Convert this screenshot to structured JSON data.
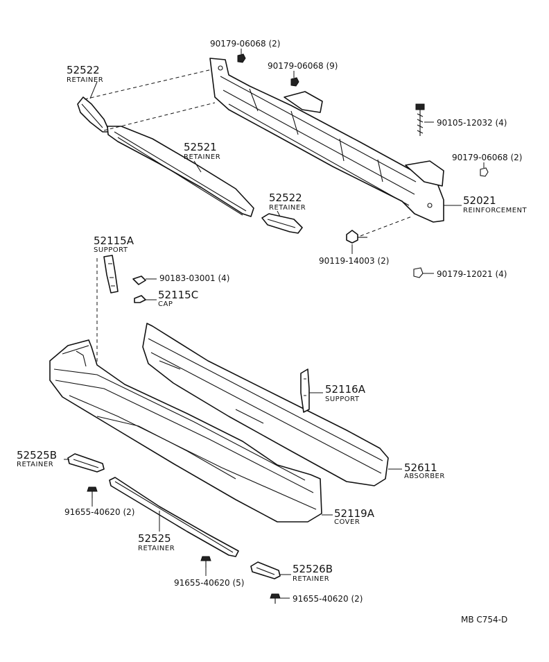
{
  "parts": {
    "retainer_52522_upper": {
      "number": "52522",
      "name": "RETAINER"
    },
    "retainer_52521": {
      "number": "52521",
      "name": "RETAINER"
    },
    "retainer_52522_lower": {
      "number": "52522",
      "name": "RETAINER"
    },
    "reinforcement_52021": {
      "number": "52021",
      "name": "REINFORCEMENT"
    },
    "support_52115a": {
      "number": "52115A",
      "name": "SUPPORT"
    },
    "cap_52115c": {
      "number": "52115C",
      "name": "CAP"
    },
    "support_52116a": {
      "number": "52116A",
      "name": "SUPPORT"
    },
    "absorber_52611": {
      "number": "52611",
      "name": "ABSORBER"
    },
    "cover_52119a": {
      "number": "52119A",
      "name": "COVER"
    },
    "retainer_52525b": {
      "number": "52525B",
      "name": "RETAINER"
    },
    "retainer_52525": {
      "number": "52525",
      "name": "RETAINER"
    },
    "retainer_52526b": {
      "number": "52526B",
      "name": "RETAINER"
    }
  },
  "fasteners": {
    "f1": "90179-06068 (2)",
    "f2": "90179-06068 (9)",
    "f3": "90105-12032 (4)",
    "f4": "90179-06068 (2)",
    "f5": "90119-14003 (2)",
    "f6": "90179-12021 (4)",
    "f7": "90183-03001 (4)",
    "f8": "91655-40620 (2)",
    "f9": "91655-40620 (5)",
    "f10": "91655-40620 (2)"
  },
  "diagram_code": "MB  C754-D"
}
